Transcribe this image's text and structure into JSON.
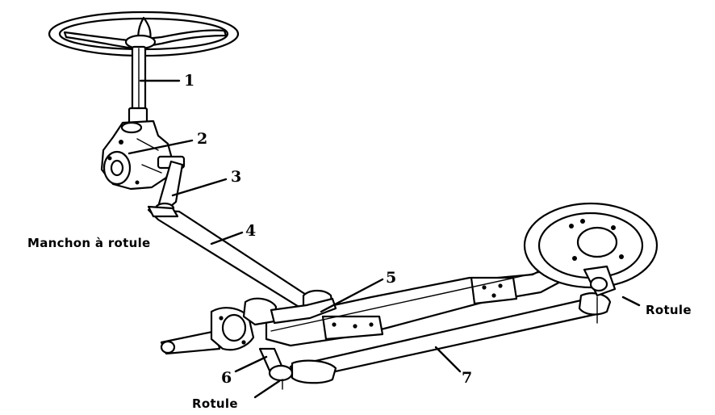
{
  "labels": {
    "n1": "1",
    "n2": "2",
    "n3": "3",
    "n4": "4",
    "n5": "5",
    "n6": "6",
    "n7": "7",
    "manchon": "Manchon à rotule",
    "rotule_right": "Rotule",
    "rotule_bottom": "Rotule"
  }
}
